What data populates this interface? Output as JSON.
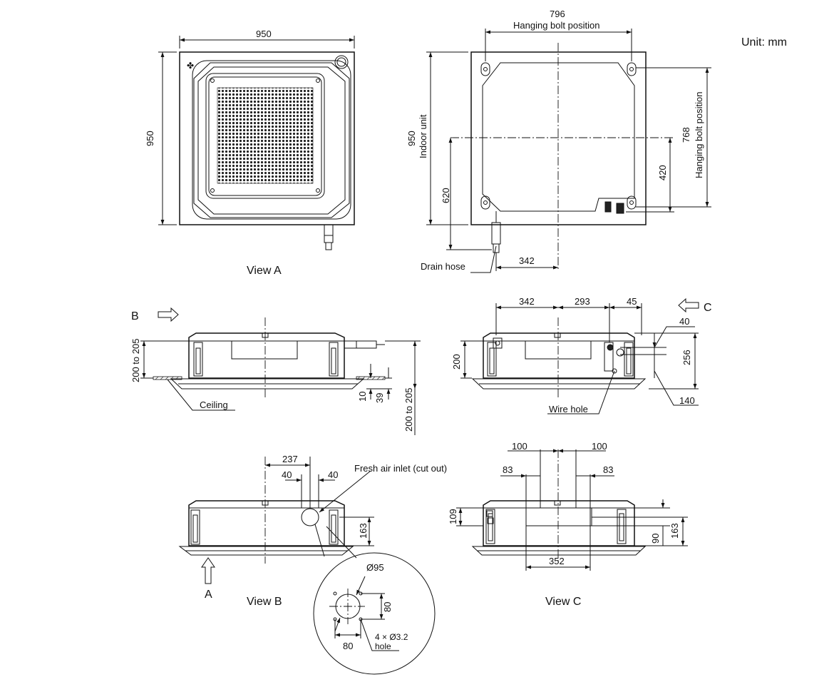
{
  "unit_label": "Unit: mm",
  "view_a": {
    "caption": "View A",
    "width": "950",
    "height": "950"
  },
  "top_right": {
    "bolt_span": "796",
    "bolt_caption": "Hanging bolt position",
    "unit_height": "950",
    "unit_caption": "Indoor unit",
    "drain_offset": "620",
    "center_offset": "342",
    "bolt_height": "768",
    "bolt_height_caption": "Hanging bolt position",
    "inner_offset": "420",
    "drain_label": "Drain hose"
  },
  "side_left": {
    "arrow_label": "B",
    "height_range": "200 to 205",
    "dim_10": "10",
    "dim_39": "39",
    "height_range_right": "200 to 205",
    "ceiling_label": "Ceiling"
  },
  "side_right": {
    "arrow_label": "C",
    "dim_342": "342",
    "dim_293": "293",
    "dim_45": "45",
    "dim_40": "40",
    "dim_200": "200",
    "dim_256": "256",
    "dim_140": "140",
    "wire_label": "Wire hole"
  },
  "view_b": {
    "caption": "View B",
    "arrow_label": "A",
    "dim_237": "237",
    "dim_40a": "40",
    "dim_40b": "40",
    "fresh_air_label": "Fresh air inlet (cut out)",
    "dim_163": "163",
    "dia_95": "Ø95",
    "dim_80v": "80",
    "dim_80h": "80",
    "hole_label_1": "4 × Ø3.2",
    "hole_label_2": "hole"
  },
  "view_c": {
    "caption": "View C",
    "dim_100a": "100",
    "dim_100b": "100",
    "dim_83a": "83",
    "dim_83b": "83",
    "dim_109": "109",
    "dim_90": "90",
    "dim_163": "163",
    "dim_352": "352"
  }
}
